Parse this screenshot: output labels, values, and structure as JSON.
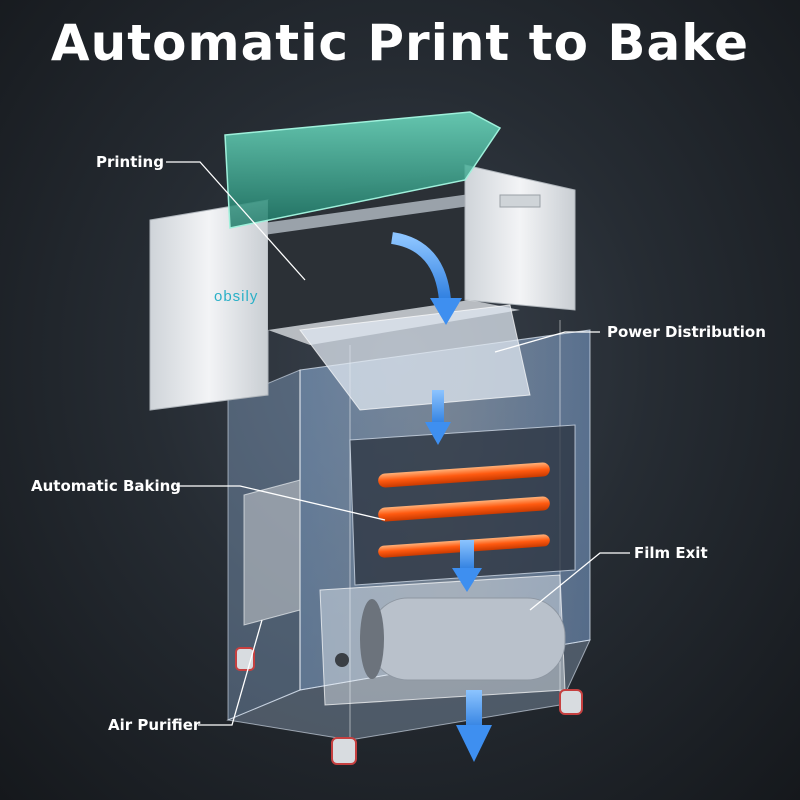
{
  "title": "Automatic Print to Bake",
  "brand": "obsily",
  "callouts": {
    "printing": "Printing",
    "power_distribution": "Power Distribution",
    "automatic_baking": "Automatic Baking",
    "film_exit": "Film Exit",
    "air_purifier": "Air Purifier"
  },
  "colors": {
    "background": "#22272d",
    "glass_lid": "#3fb59a",
    "cabinet": "#a9c8ec",
    "heater": "#ff6a1a",
    "flow_arrow": "#4a9ff0",
    "body": "#e9ecef"
  },
  "icons": [
    "down-arrow-icon",
    "curved-arrow-icon"
  ]
}
